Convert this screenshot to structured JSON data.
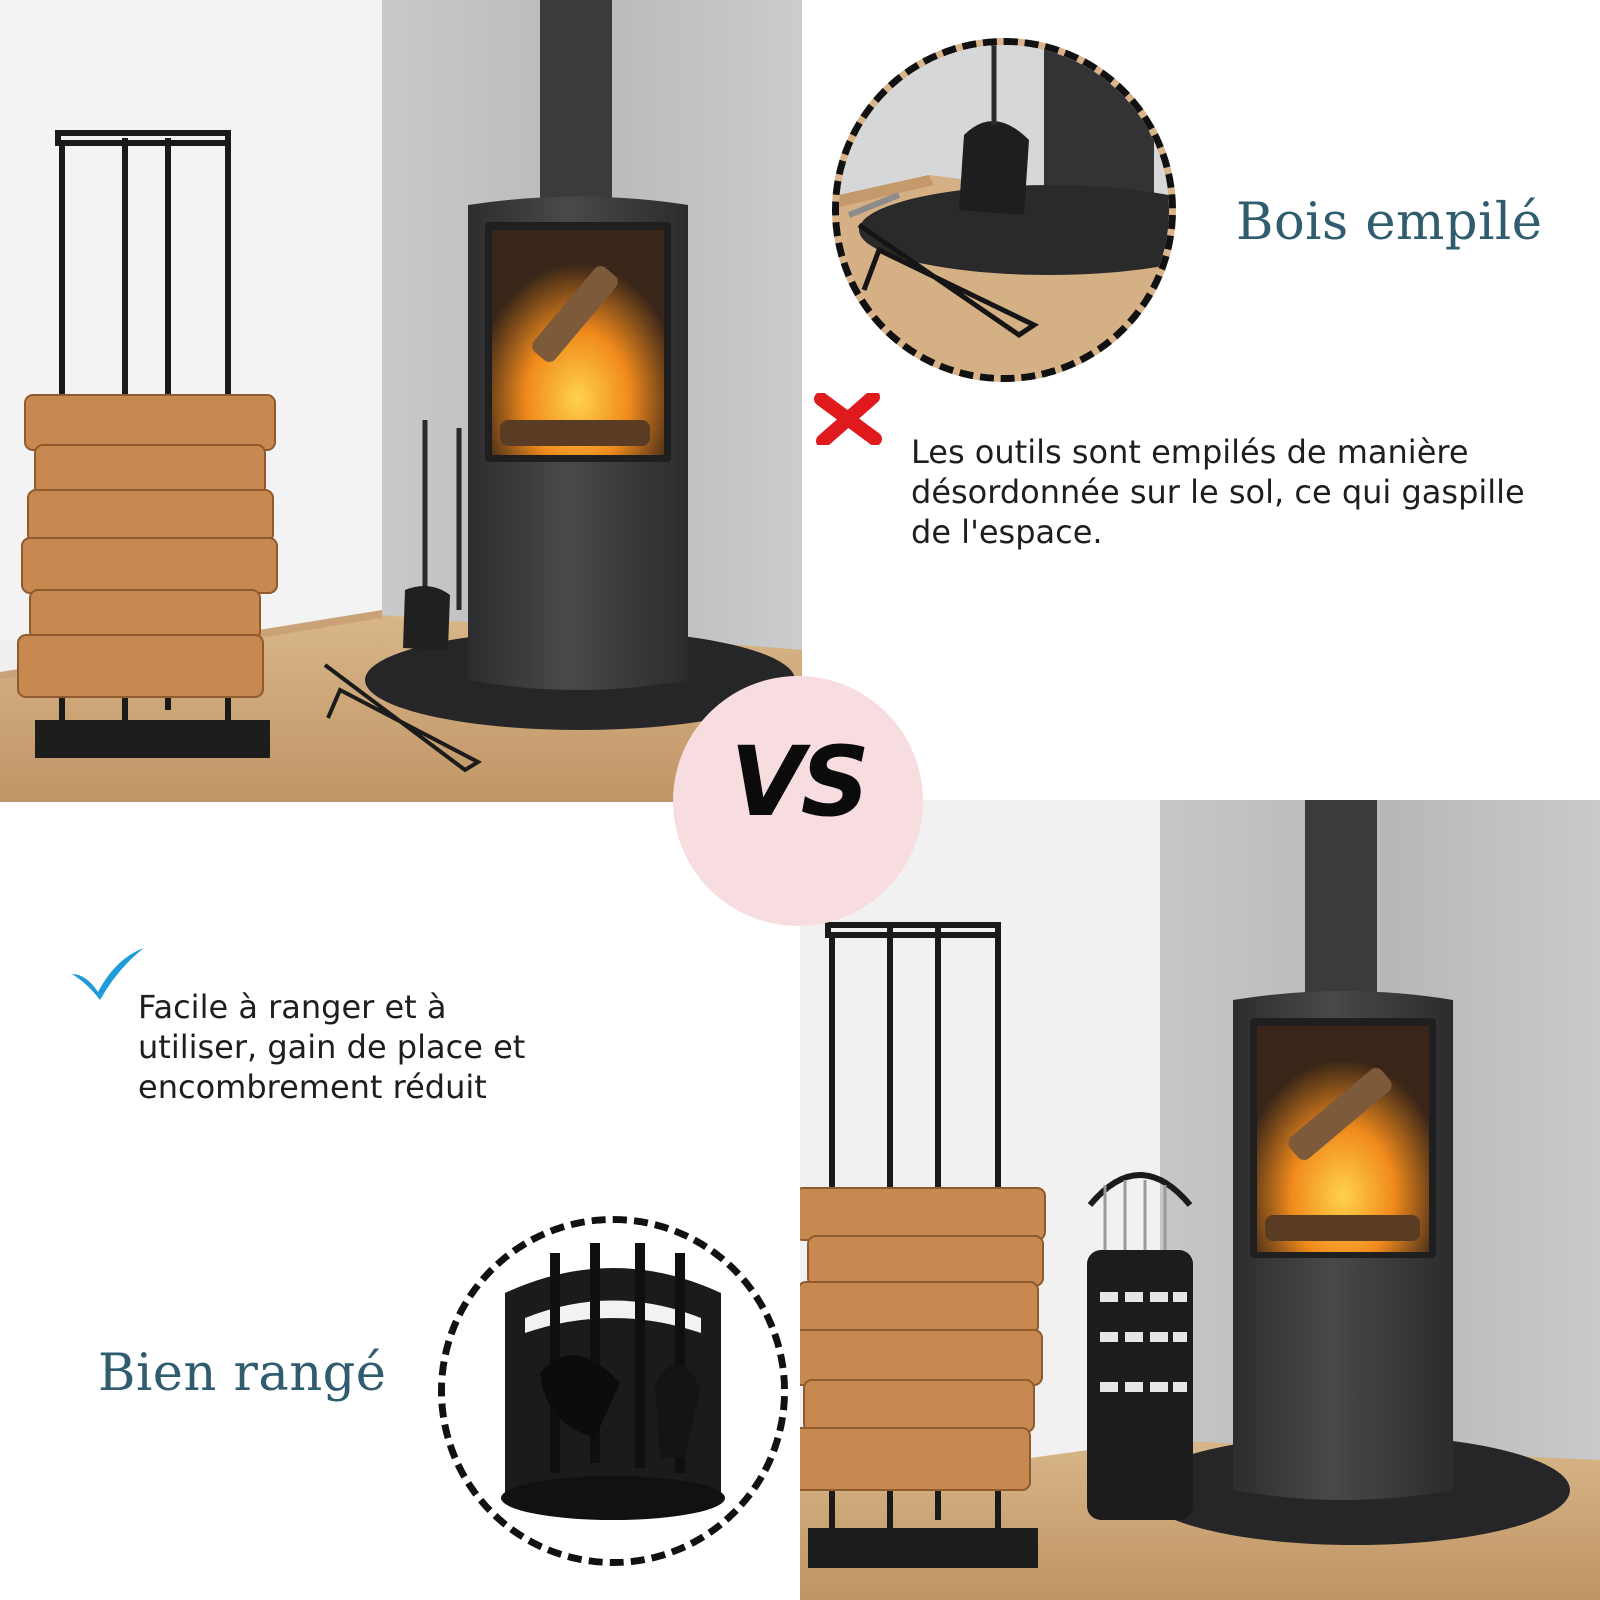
{
  "top": {
    "heading": "Bois empilé",
    "status_icon": "red-cross-icon",
    "description": "Les outils sont empilés de manière désordonnée sur le sol, ce qui gaspille de l'espace."
  },
  "badge": {
    "text": "VS"
  },
  "bottom": {
    "heading": "Bien rangé",
    "status_icon": "blue-check-icon",
    "description": "Facile à ranger et à utiliser, gain de place et encombrement réduit"
  },
  "colors": {
    "heading": "#2f5c6e",
    "badge": "#f8dde0",
    "cross": "#e0191d",
    "check": "#1e9bd8"
  }
}
